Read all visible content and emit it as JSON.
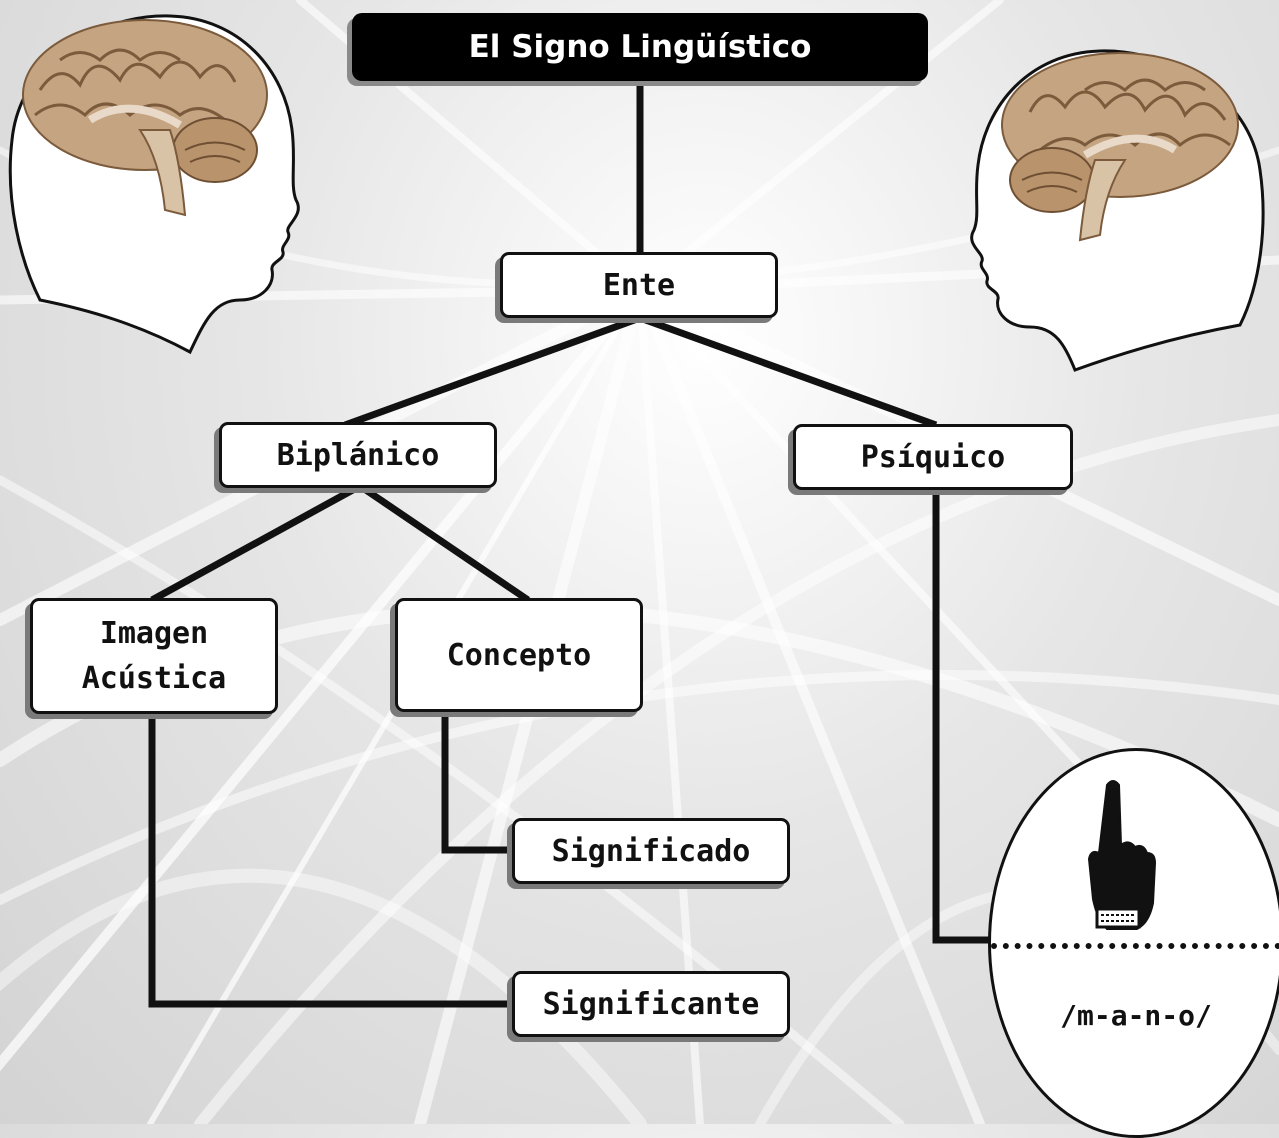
{
  "diagram": {
    "title": "El Signo Lingüístico",
    "nodes": {
      "ente": "Ente",
      "biplanico": "Biplánico",
      "psiquico": "Psíquico",
      "imagen_line1": "Imagen",
      "imagen_line2": "Acústica",
      "concepto": "Concepto",
      "significado": "Significado",
      "significante": "Significante",
      "phonemes": "/m-a-n-o/"
    }
  },
  "icons": [
    "brain-head-left-icon",
    "brain-head-right-icon",
    "pointing-hand-icon"
  ]
}
